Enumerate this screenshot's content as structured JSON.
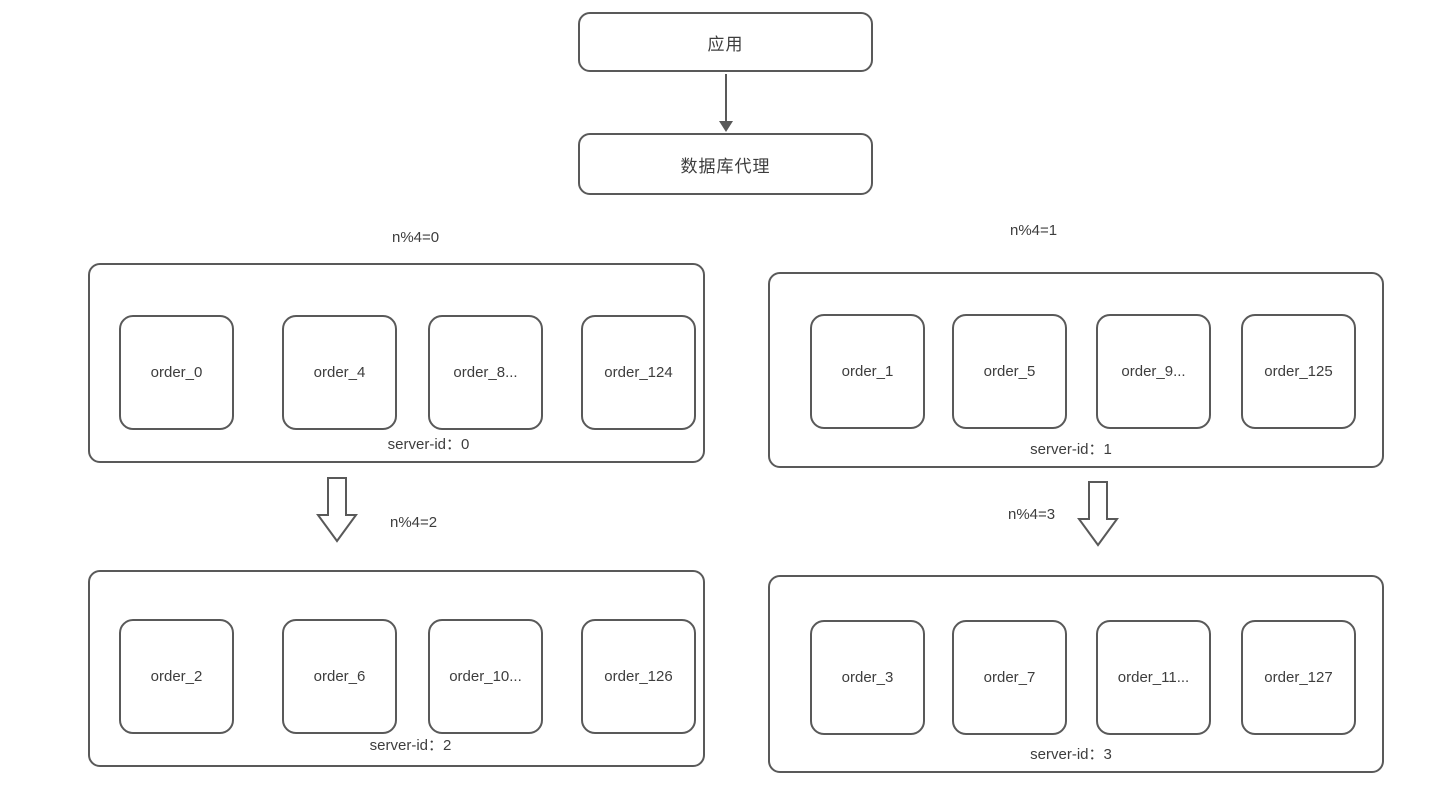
{
  "diagram": {
    "app_node": "应用",
    "proxy_node": "数据库代理",
    "groups": [
      {
        "condition_label": "n%4=0",
        "server_label": "server-id：0",
        "shards": [
          "order_0",
          "order_4",
          "order_8...",
          "order_124"
        ]
      },
      {
        "condition_label": "n%4=1",
        "server_label": "server-id：1",
        "shards": [
          "order_1",
          "order_5",
          "order_9...",
          "order_125"
        ]
      },
      {
        "condition_label": "n%4=2",
        "server_label": "server-id：2",
        "shards": [
          "order_2",
          "order_6",
          "order_10...",
          "order_126"
        ]
      },
      {
        "condition_label": "n%4=3",
        "server_label": "server-id：3",
        "shards": [
          "order_3",
          "order_7",
          "order_11...",
          "order_127"
        ]
      }
    ],
    "colors": {
      "border": "#595959",
      "text": "#3d3d3d",
      "background": "#ffffff"
    }
  }
}
